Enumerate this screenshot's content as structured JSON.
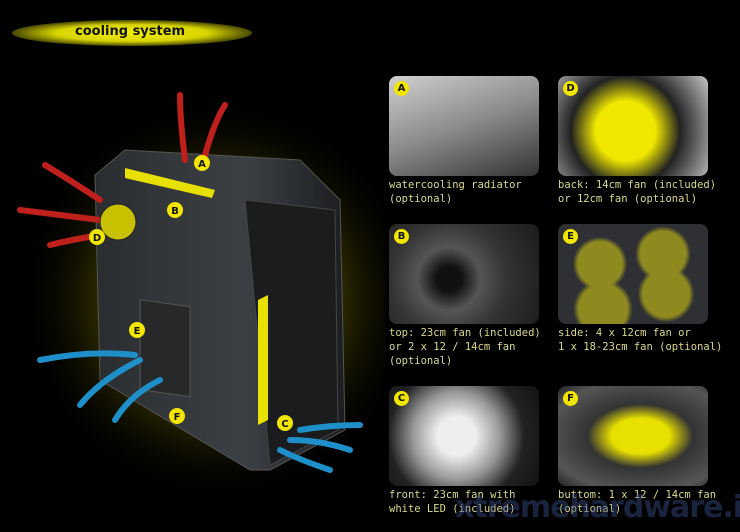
{
  "header": {
    "title": "cooling system"
  },
  "hero": {
    "markers": [
      "A",
      "B",
      "D",
      "E",
      "F",
      "C"
    ]
  },
  "panels": [
    {
      "letter": "A",
      "caption": "watercooling radiator\n(optional)",
      "fan": "radiator"
    },
    {
      "letter": "D",
      "caption": "back: 14cm fan  (included)\nor 12cm fan (optional)",
      "fan": "yellow"
    },
    {
      "letter": "B",
      "caption": "top: 23cm fan (included)\nor 2 x 12 / 14cm fan\n(optional)",
      "fan": "dark"
    },
    {
      "letter": "E",
      "caption": "side: 4 x 12cm fan or\n1 x 18-23cm fan  (optional)",
      "fan": "quad"
    },
    {
      "letter": "C",
      "caption": "front: 23cm fan with\nwhite LED (included)",
      "fan": "white"
    },
    {
      "letter": "F",
      "caption": "buttom: 1 x 12 / 14cm fan\n(optional)",
      "fan": "yellow"
    }
  ],
  "watermark": "xtremehardware.it",
  "colors": {
    "accent": "#f2e600",
    "caption": "#d9d98a",
    "hot_air": "#c0201c",
    "cold_air": "#1e8fc8"
  }
}
